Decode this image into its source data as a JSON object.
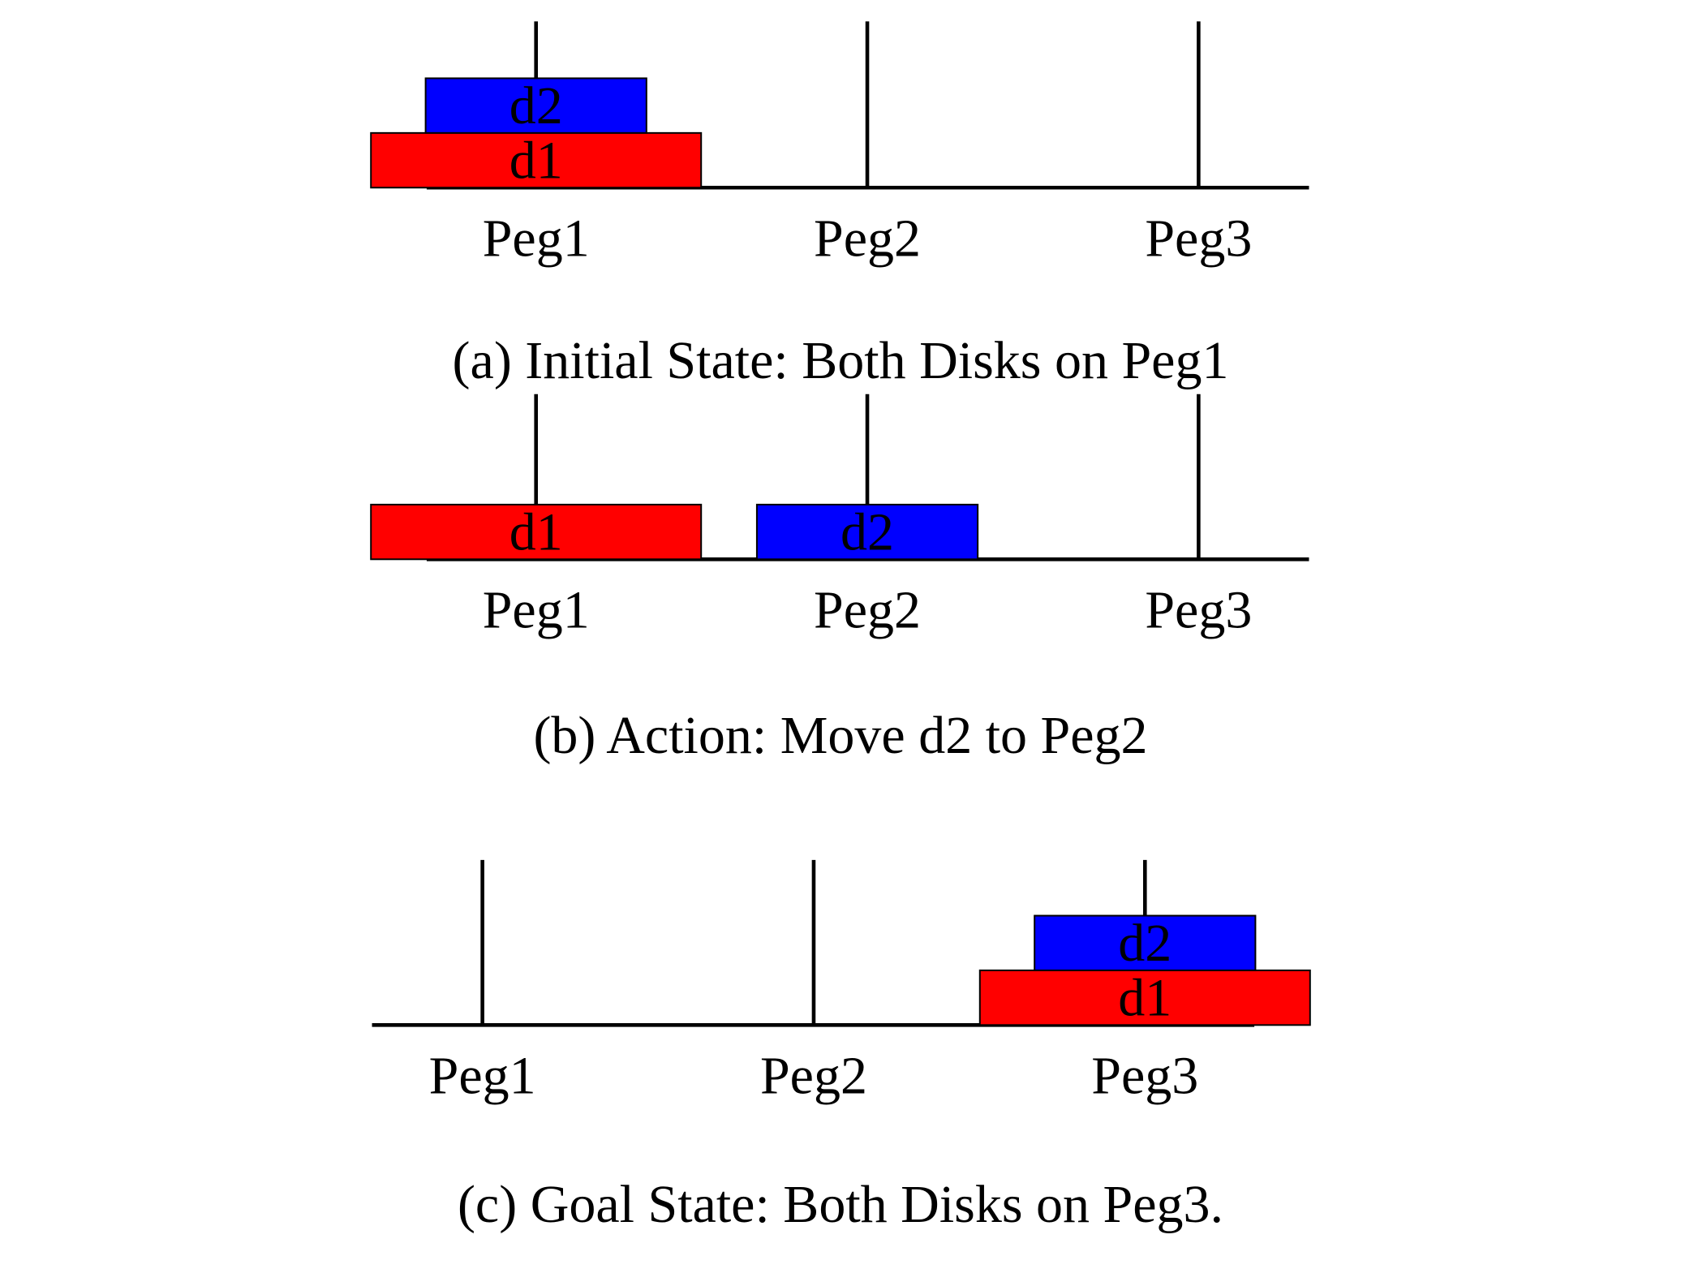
{
  "colors": {
    "d1": "#ff0000",
    "d2": "#0000ff",
    "ink": "#000000",
    "background": "#ffffff"
  },
  "panels": [
    {
      "caption": "(a) Initial State: Both Disks on Peg1",
      "pegs": [
        "Peg1",
        "Peg2",
        "Peg3"
      ],
      "disks": [
        {
          "label": "d1",
          "peg": 1,
          "level": 0,
          "size": "large",
          "color_key": "d1"
        },
        {
          "label": "d2",
          "peg": 1,
          "level": 1,
          "size": "small",
          "color_key": "d2"
        }
      ]
    },
    {
      "caption": "(b) Action: Move d2 to Peg2",
      "pegs": [
        "Peg1",
        "Peg2",
        "Peg3"
      ],
      "disks": [
        {
          "label": "d1",
          "peg": 1,
          "level": 0,
          "size": "large",
          "color_key": "d1"
        },
        {
          "label": "d2",
          "peg": 2,
          "level": 0,
          "size": "small",
          "color_key": "d2"
        }
      ]
    },
    {
      "caption": "(c) Goal State: Both Disks on Peg3.",
      "pegs": [
        "Peg1",
        "Peg2",
        "Peg3"
      ],
      "disks": [
        {
          "label": "d1",
          "peg": 3,
          "level": 0,
          "size": "large",
          "color_key": "d1"
        },
        {
          "label": "d2",
          "peg": 3,
          "level": 1,
          "size": "small",
          "color_key": "d2"
        }
      ]
    }
  ]
}
